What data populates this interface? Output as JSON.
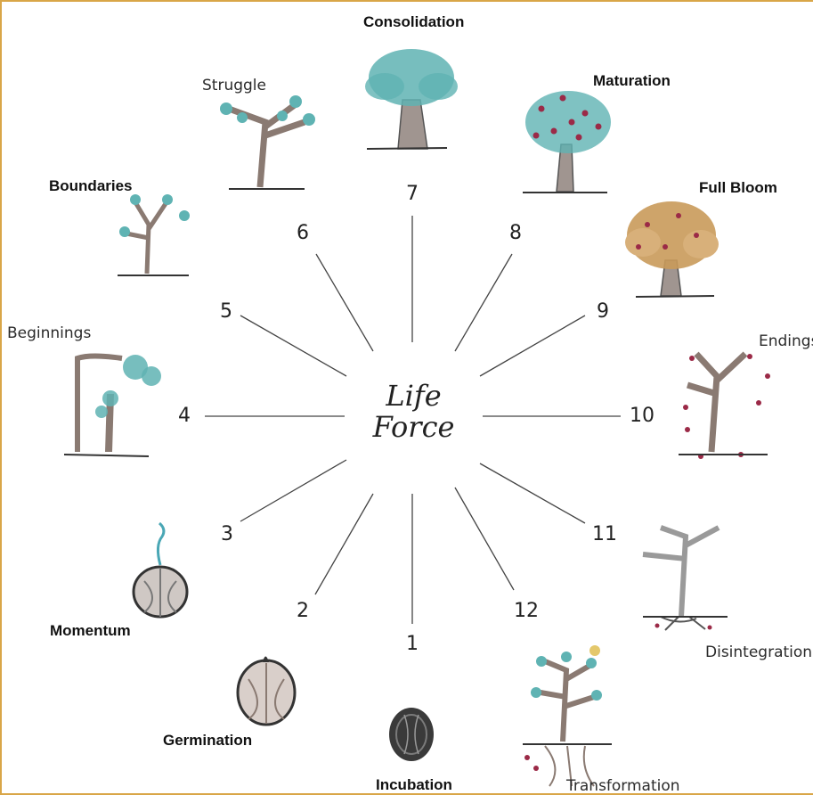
{
  "center": {
    "line1": "Life",
    "line2": "Force"
  },
  "stages": [
    {
      "number": "1",
      "label": "Incubation"
    },
    {
      "number": "2",
      "label": "Germination"
    },
    {
      "number": "3",
      "label": "Momentum"
    },
    {
      "number": "4",
      "label": "Beginnings"
    },
    {
      "number": "5",
      "label": "Boundaries"
    },
    {
      "number": "6",
      "label": "Struggle"
    },
    {
      "number": "7",
      "label": "Consolidation"
    },
    {
      "number": "8",
      "label": "Maturation"
    },
    {
      "number": "9",
      "label": "Full Bloom"
    },
    {
      "number": "10",
      "label": "Endings"
    },
    {
      "number": "11",
      "label": "Disintegration"
    },
    {
      "number": "12",
      "label": "Transformation"
    }
  ],
  "colors": {
    "frame": "#d9a648",
    "trunk": "#8a7a72",
    "foliage": "#5fb3b3",
    "berry": "#9b2a47",
    "autumn": "#c99a5a"
  }
}
